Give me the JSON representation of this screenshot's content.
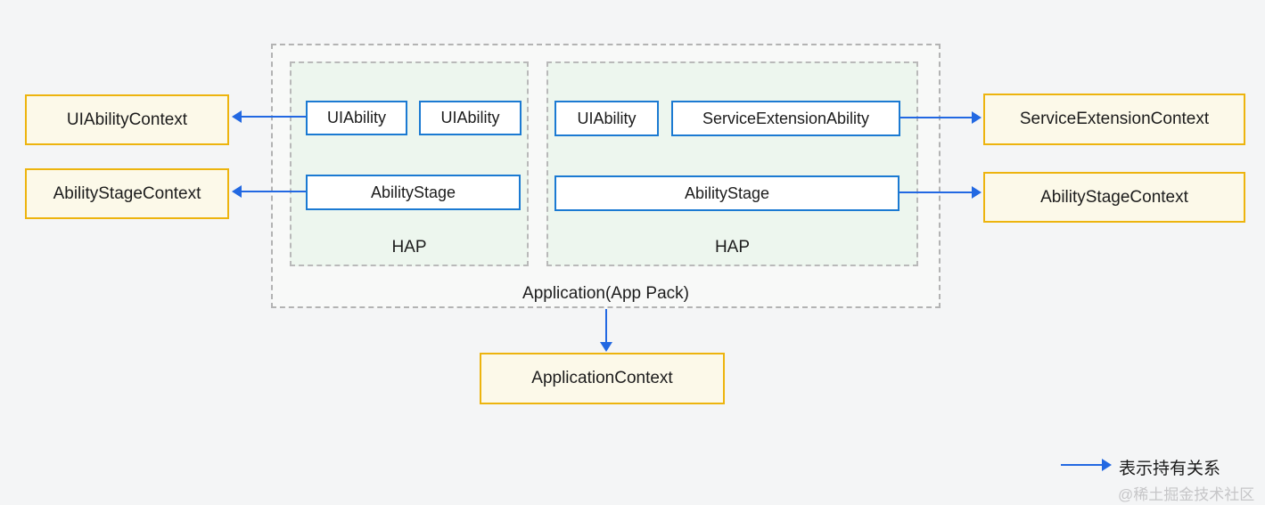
{
  "colors": {
    "accent_arrow_blue": "#2268e2",
    "ability_border_blue": "#1b7ad2",
    "context_border_gold": "#edb40e",
    "context_fill_cream": "#fcf9e9",
    "hap_fill_green": "#edf6ee",
    "group_border_gray": "#b3b3b3",
    "page_background": "#f4f5f6"
  },
  "context_nodes": {
    "ui_ability_context": "UIAbilityContext",
    "ability_stage_context_left": "AbilityStageContext",
    "service_extension_context": "ServiceExtensionContext",
    "ability_stage_context_right": "AbilityStageContext",
    "application_context": "ApplicationContext"
  },
  "application_group": {
    "label": "Application(App Pack)",
    "haps": [
      {
        "label": "HAP",
        "abilities": [
          "UIAbility",
          "UIAbility"
        ],
        "stage": "AbilityStage"
      },
      {
        "label": "HAP",
        "abilities": [
          "UIAbility",
          "ServiceExtensionAbility"
        ],
        "stage": "AbilityStage"
      }
    ]
  },
  "legend": {
    "arrow_meaning": "表示持有关系"
  },
  "watermark": "@稀土掘金技术社区"
}
